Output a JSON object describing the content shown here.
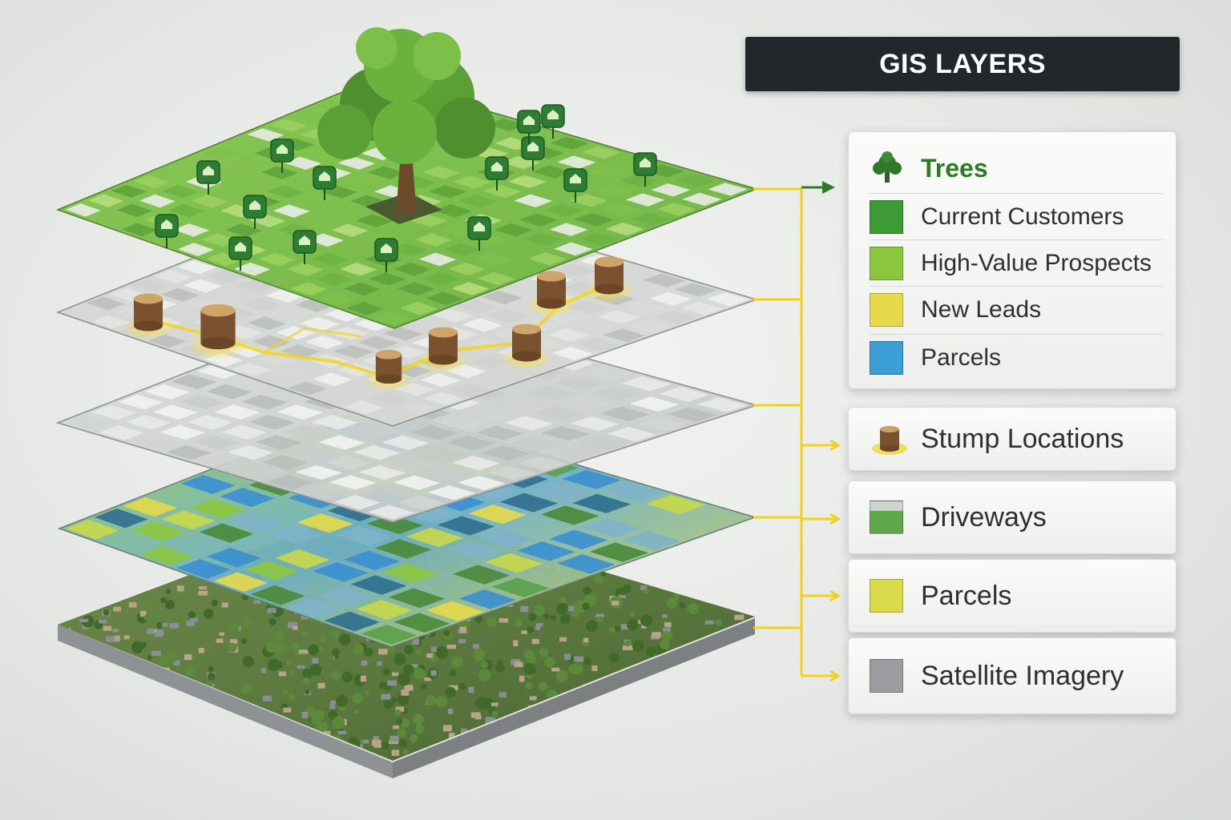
{
  "title": "GIS LAYERS",
  "legend": {
    "trees_label": "Trees",
    "items": [
      {
        "label": "Current Customers",
        "color": "#3e9a36"
      },
      {
        "label": "High-Value Prospects",
        "color": "#8cc63f"
      },
      {
        "label": "New Leads",
        "color": "#e6d94a"
      },
      {
        "label": "Parcels",
        "color": "#3b9fd6"
      }
    ]
  },
  "layers": [
    {
      "label": "Stump Locations",
      "icon": "stump-icon"
    },
    {
      "label": "Driveways",
      "color": "#5ea84a"
    },
    {
      "label": "Parcels",
      "color": "#d9dc4a"
    },
    {
      "label": "Satellite Imagery",
      "color": "#9a9ca0"
    }
  ],
  "colors": {
    "connector": "#f1d21a",
    "arrow": "#2f7a2a",
    "title_bg": "#22272b"
  }
}
